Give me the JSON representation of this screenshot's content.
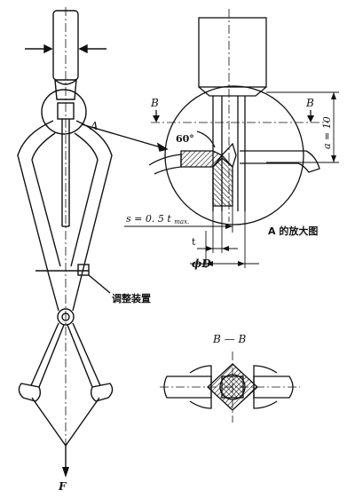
{
  "labels": {
    "detail_ref": "A",
    "section_left": "B",
    "section_right": "B",
    "angle": "60°",
    "dim_a": "a = 10",
    "dim_s_main": "s = 0. 5 t",
    "dim_s_sub": "max.",
    "dim_t": "t",
    "dim_d": "ϕD",
    "detail_caption": "A 的放大图",
    "adjust_device": "调整装置",
    "section_title": "B — B",
    "force": "F"
  },
  "colors": {
    "ink": "#111111",
    "paper": "#ffffff"
  }
}
